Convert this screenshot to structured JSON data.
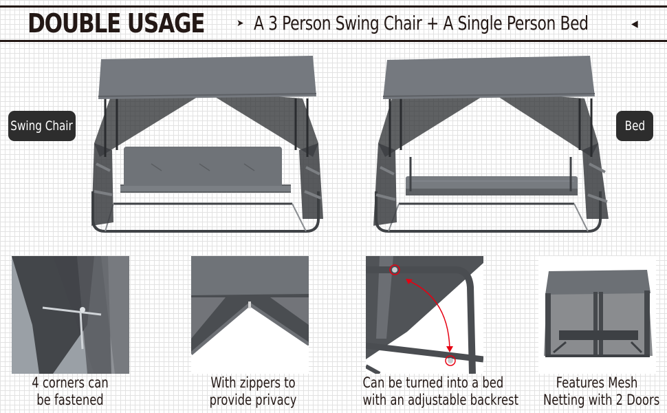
{
  "header": {
    "title": "DOUBLE USAGE",
    "subtitle": "A 3 Person Swing Chair + A Single Person Bed",
    "left_arrow_icon": "triangle-right-icon",
    "right_arrow_icon": "triangle-left-icon"
  },
  "badges": {
    "swing_chair": "Swing Chair",
    "bed": "Bed"
  },
  "products": [
    {
      "name": "swing-chair-mode",
      "label": "Swing Chair"
    },
    {
      "name": "bed-mode",
      "label": "Bed"
    }
  ],
  "features": [
    {
      "line1": "4 corners can",
      "line2": "be fastened"
    },
    {
      "line1": "With zippers to",
      "line2": "provide privacy"
    },
    {
      "line1": "Can be turned into a bed",
      "line2": "with an adjustable backrest"
    },
    {
      "line1": "Features Mesh",
      "line2": "Netting with 2 Doors"
    }
  ],
  "colors": {
    "text": "#231815",
    "badge_bg": "#2d2d2d",
    "canopy": "#75797f",
    "mesh": "#2a2c2f",
    "frame": "#45484c",
    "highlight_red": "#e60012",
    "grid": "#e2e2e2"
  }
}
